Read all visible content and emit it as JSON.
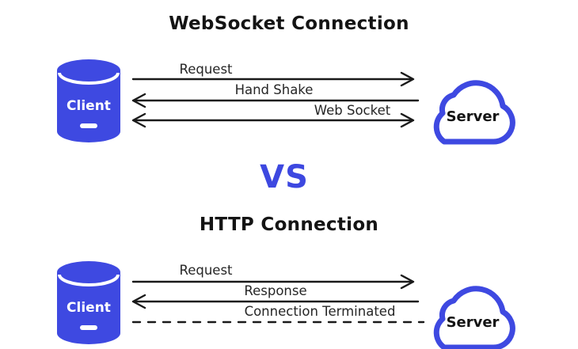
{
  "diagram": {
    "accent_color": "#3d48e0",
    "line_color": "#1a1a1a",
    "vs_label": "VS",
    "websocket": {
      "title": "WebSocket Connection",
      "client_label": "Client",
      "server_label": "Server",
      "messages": [
        {
          "label": "Request",
          "direction": "right",
          "style": "solid"
        },
        {
          "label": "Hand Shake",
          "direction": "left",
          "style": "solid"
        },
        {
          "label": "Web Socket",
          "direction": "both",
          "style": "solid"
        }
      ]
    },
    "http": {
      "title": "HTTP Connection",
      "client_label": "Client",
      "server_label": "Server",
      "messages": [
        {
          "label": "Request",
          "direction": "right",
          "style": "solid"
        },
        {
          "label": "Response",
          "direction": "left",
          "style": "solid"
        },
        {
          "label": "Connection Terminated",
          "direction": "none",
          "style": "dashed"
        }
      ]
    }
  }
}
